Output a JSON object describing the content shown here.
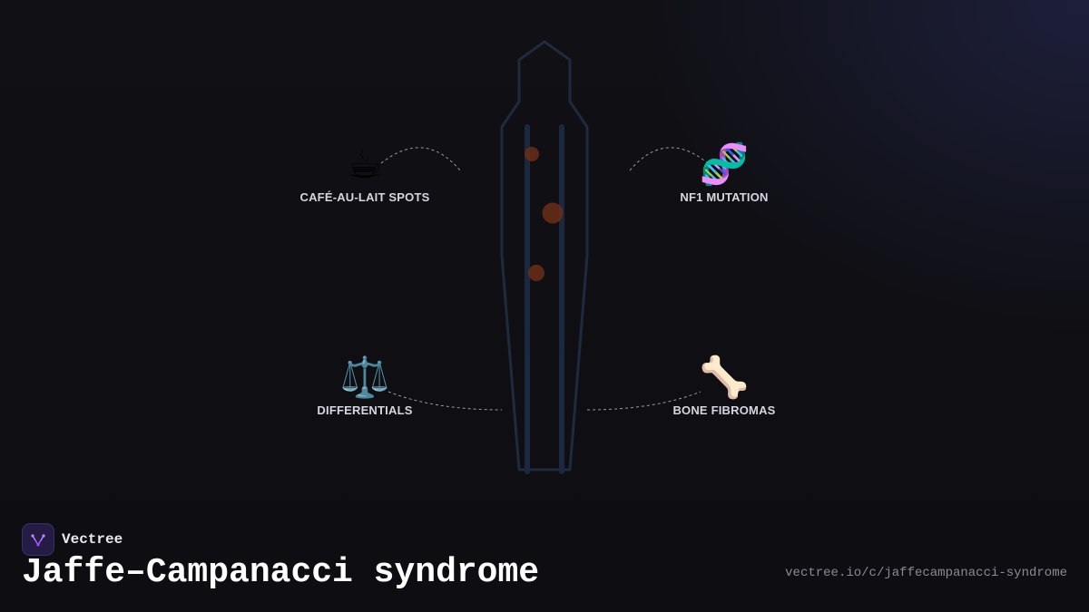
{
  "nodes": [
    {
      "emoji": "☕",
      "label": "CAFÉ-AU-LAIT SPOTS",
      "icon": "coffee-icon"
    },
    {
      "emoji": "🧬",
      "label": "NF1 MUTATION",
      "icon": "dna-icon"
    },
    {
      "emoji": "⚖️",
      "label": "DIFFERENTIALS",
      "icon": "balance-scale-icon"
    },
    {
      "emoji": "🦴",
      "label": "BONE FIBROMAS",
      "icon": "bone-icon"
    }
  ],
  "brand": {
    "name": "Vectree"
  },
  "title": "Jaffe–Campanacci syndrome",
  "url": "vectree.io/c/jaffecampanacci-syndrome",
  "colors": {
    "background": "#0f0f14",
    "outline": "#1f2a3f",
    "spot": "#6b2e17",
    "connector": "#9a9aa6",
    "logo_bg": "#241c44",
    "logo_accent": "#a855f7"
  }
}
